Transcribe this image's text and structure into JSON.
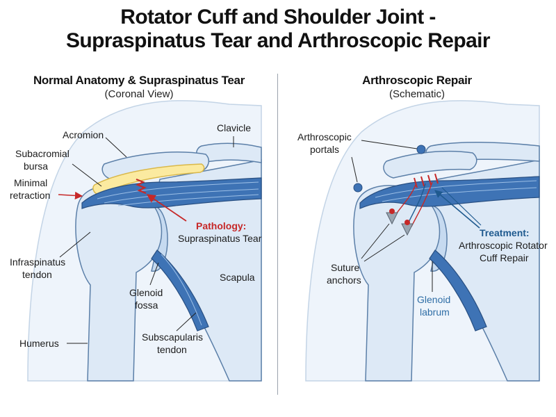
{
  "title": {
    "line1": "Rotator Cuff and Shoulder Joint -",
    "line2": "Supraspinatus Tear and Arthroscopic Repair"
  },
  "left_panel": {
    "heading": "Normal Anatomy & Supraspinatus Tear",
    "subheading": "(Coronal View)",
    "labels": {
      "acromion": "Acromion",
      "clavicle": "Clavicle",
      "subacromial_1": "Subacromial",
      "subacromial_2": "bursa",
      "minimal_1": "Minimal",
      "minimal_2": "retraction",
      "pathology": "Pathology:",
      "supraspinatus_tear": "Supraspinatus Tear",
      "infraspinatus_1": "Infraspinatus",
      "infraspinatus_2": "tendon",
      "scapula": "Scapula",
      "glenoid_1": "Glenoid",
      "glenoid_2": "fossa",
      "humerus": "Humerus",
      "subscap_1": "Subscapularis",
      "subscap_2": "tendon"
    }
  },
  "right_panel": {
    "heading": "Arthroscopic Repair",
    "subheading": "(Schematic)",
    "labels": {
      "portals_1": "Arthroscopic",
      "portals_2": "portals",
      "treatment": "Treatment:",
      "treatment_2": "Arthroscopic Rotator",
      "treatment_3": "Cuff Repair",
      "suture_1": "Suture",
      "suture_2": "anchors",
      "labrum_1": "Glenoid",
      "labrum_2": "labrum"
    }
  },
  "colors": {
    "bone": "#dde9f6",
    "bone_outline": "#5b7fa8",
    "tendon": "#3e73b5",
    "bursa": "#fbeaa0",
    "pathology": "#c62828",
    "treatment": "#1f5a8f"
  }
}
